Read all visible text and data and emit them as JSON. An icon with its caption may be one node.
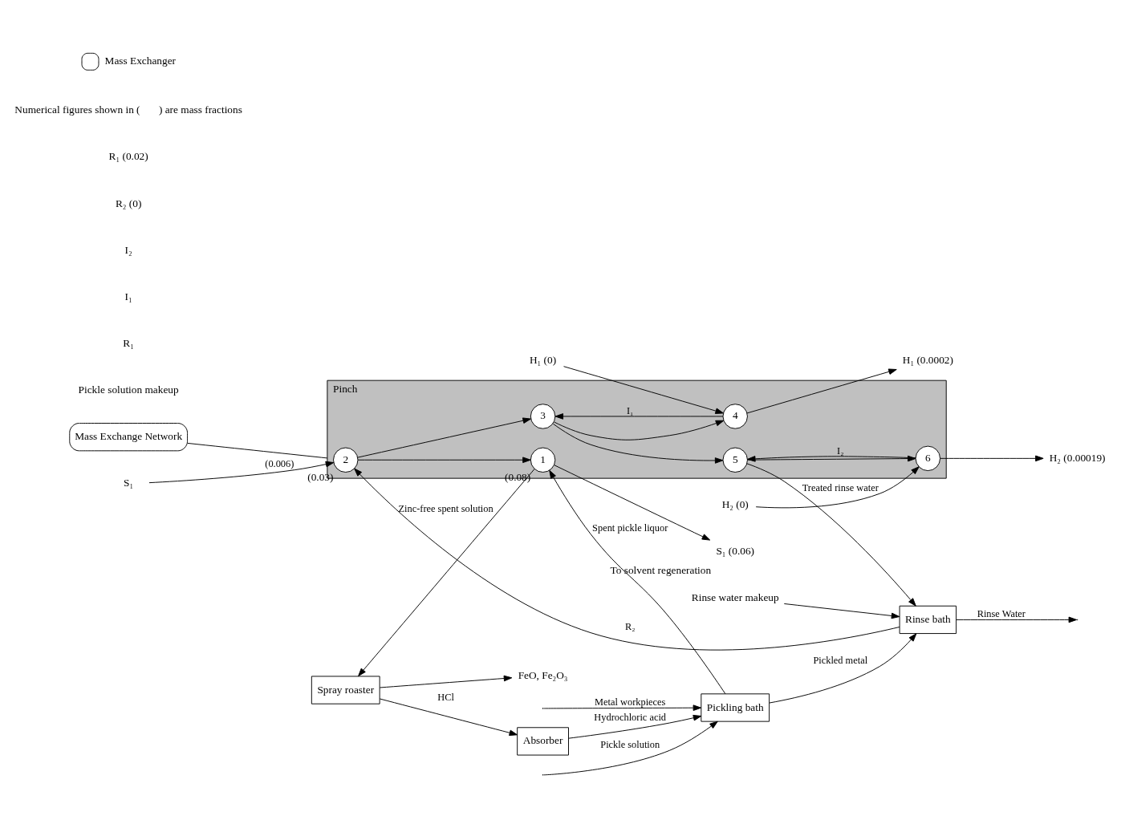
{
  "diagram": {
    "nodes": [
      {
        "text": [
          "Pickling bath"
        ]
      },
      {
        "text": [
          "Rinse bath"
        ]
      },
      {
        "text": [
          "Mass Exchange Network"
        ]
      },
      {
        "text": [
          "Pinch"
        ]
      },
      {
        "text": [
          "2"
        ],
        "in": 3,
        "beside": [
          "(0.03)"
        ]
      },
      {
        "text": [
          "1"
        ],
        "in": 3,
        "beside": [
          "(0.08)"
        ]
      },
      {
        "text": [
          "3"
        ],
        "in": 3
      },
      {
        "text": [
          "4"
        ],
        "in": 3
      },
      {
        "text": [
          "5"
        ],
        "in": 3
      },
      {
        "text": [
          "6"
        ],
        "in": 3
      },
      {
        "text": [
          "Spray roaster"
        ]
      },
      {
        "text": [
          "Absorber"
        ]
      },
      {
        "text": [
          "S₁"
        ]
      },
      {
        "text": [
          "S₁ (0.06)"
        ],
        "beside": [
          "To solvent regeneration"
        ]
      },
      {
        "text": [
          "H₁ (0.0002)"
        ]
      },
      {
        "text": [
          "H₁ (0)"
        ]
      },
      {
        "text": [
          "H₂ (0.00019)"
        ]
      },
      {
        "text": [
          "H₂ (0)"
        ]
      },
      {
        "text": [
          "Rinse water makeup"
        ]
      },
      {
        "text": [
          "FeO, Fe₂O₃"
        ]
      }
    ],
    "edges": [
      {
        "from": null,
        "to": 0,
        "arrow": "to",
        "label": "Pickle solution"
      },
      {
        "from": null,
        "to": 0,
        "arrow": "to",
        "label": "Metal workpieces"
      },
      {
        "from": 0,
        "to": 1,
        "arrow": "to",
        "label": "Pickled metal"
      },
      {
        "from": 1,
        "to": null,
        "arrow": "to",
        "label": "Rinse Water"
      },
      {
        "from": 0,
        "to": 5,
        "arrow": "to",
        "label": "Spent pickle liquor"
      },
      {
        "from": 1,
        "to": 4,
        "arrow": "to",
        "label": "R₂"
      },
      {
        "from": 12,
        "to": 4,
        "arrow": "to",
        "label": "(0.006)"
      },
      {
        "from": 4,
        "to": 5,
        "arrow": "to"
      },
      {
        "from": 5,
        "to": 13,
        "arrow": "to"
      },
      {
        "from": 4,
        "to": 6,
        "arrow": "to"
      },
      {
        "from": 6,
        "to": 7,
        "arrow": "to"
      },
      {
        "from": 7,
        "to": 14,
        "arrow": "to"
      },
      {
        "from": 15,
        "to": 7,
        "arrow": "to"
      },
      {
        "from": 7,
        "to": 6,
        "arrow": "to",
        "label": "I₁"
      },
      {
        "from": 6,
        "to": 8,
        "arrow": "to"
      },
      {
        "from": 8,
        "to": 9,
        "arrow": "to"
      },
      {
        "from": 9,
        "to": 16,
        "arrow": "to"
      },
      {
        "from": 17,
        "to": 9,
        "arrow": "to"
      },
      {
        "from": 9,
        "to": 8,
        "arrow": "to",
        "label": "I₂"
      },
      {
        "from": 8,
        "to": 1,
        "arrow": "to",
        "label": "Treated rinse water"
      },
      {
        "from": 18,
        "to": 1,
        "arrow": "to"
      },
      {
        "from": 5,
        "to": 10,
        "arrow": "to",
        "label": "Zinc-free spent solution"
      },
      {
        "from": 10,
        "to": 11,
        "arrow": "to",
        "label": "HCl"
      },
      {
        "from": 10,
        "to": 19,
        "arrow": "to"
      },
      {
        "from": 11,
        "to": 0,
        "arrow": "to",
        "label": "Hydrochloric acid"
      },
      {
        "from": 2,
        "to": 3,
        "arrow": "none"
      }
    ],
    "labels": [
      "Pickle solution makeup",
      "R₁",
      "I₁",
      "I₂",
      "R₂ (0)",
      "R₁ (0.02)",
      "Numerical figures shown in (       ) are mass fractions"
    ],
    "legend": [
      {
        "text": "Mass Exchanger"
      }
    ]
  }
}
